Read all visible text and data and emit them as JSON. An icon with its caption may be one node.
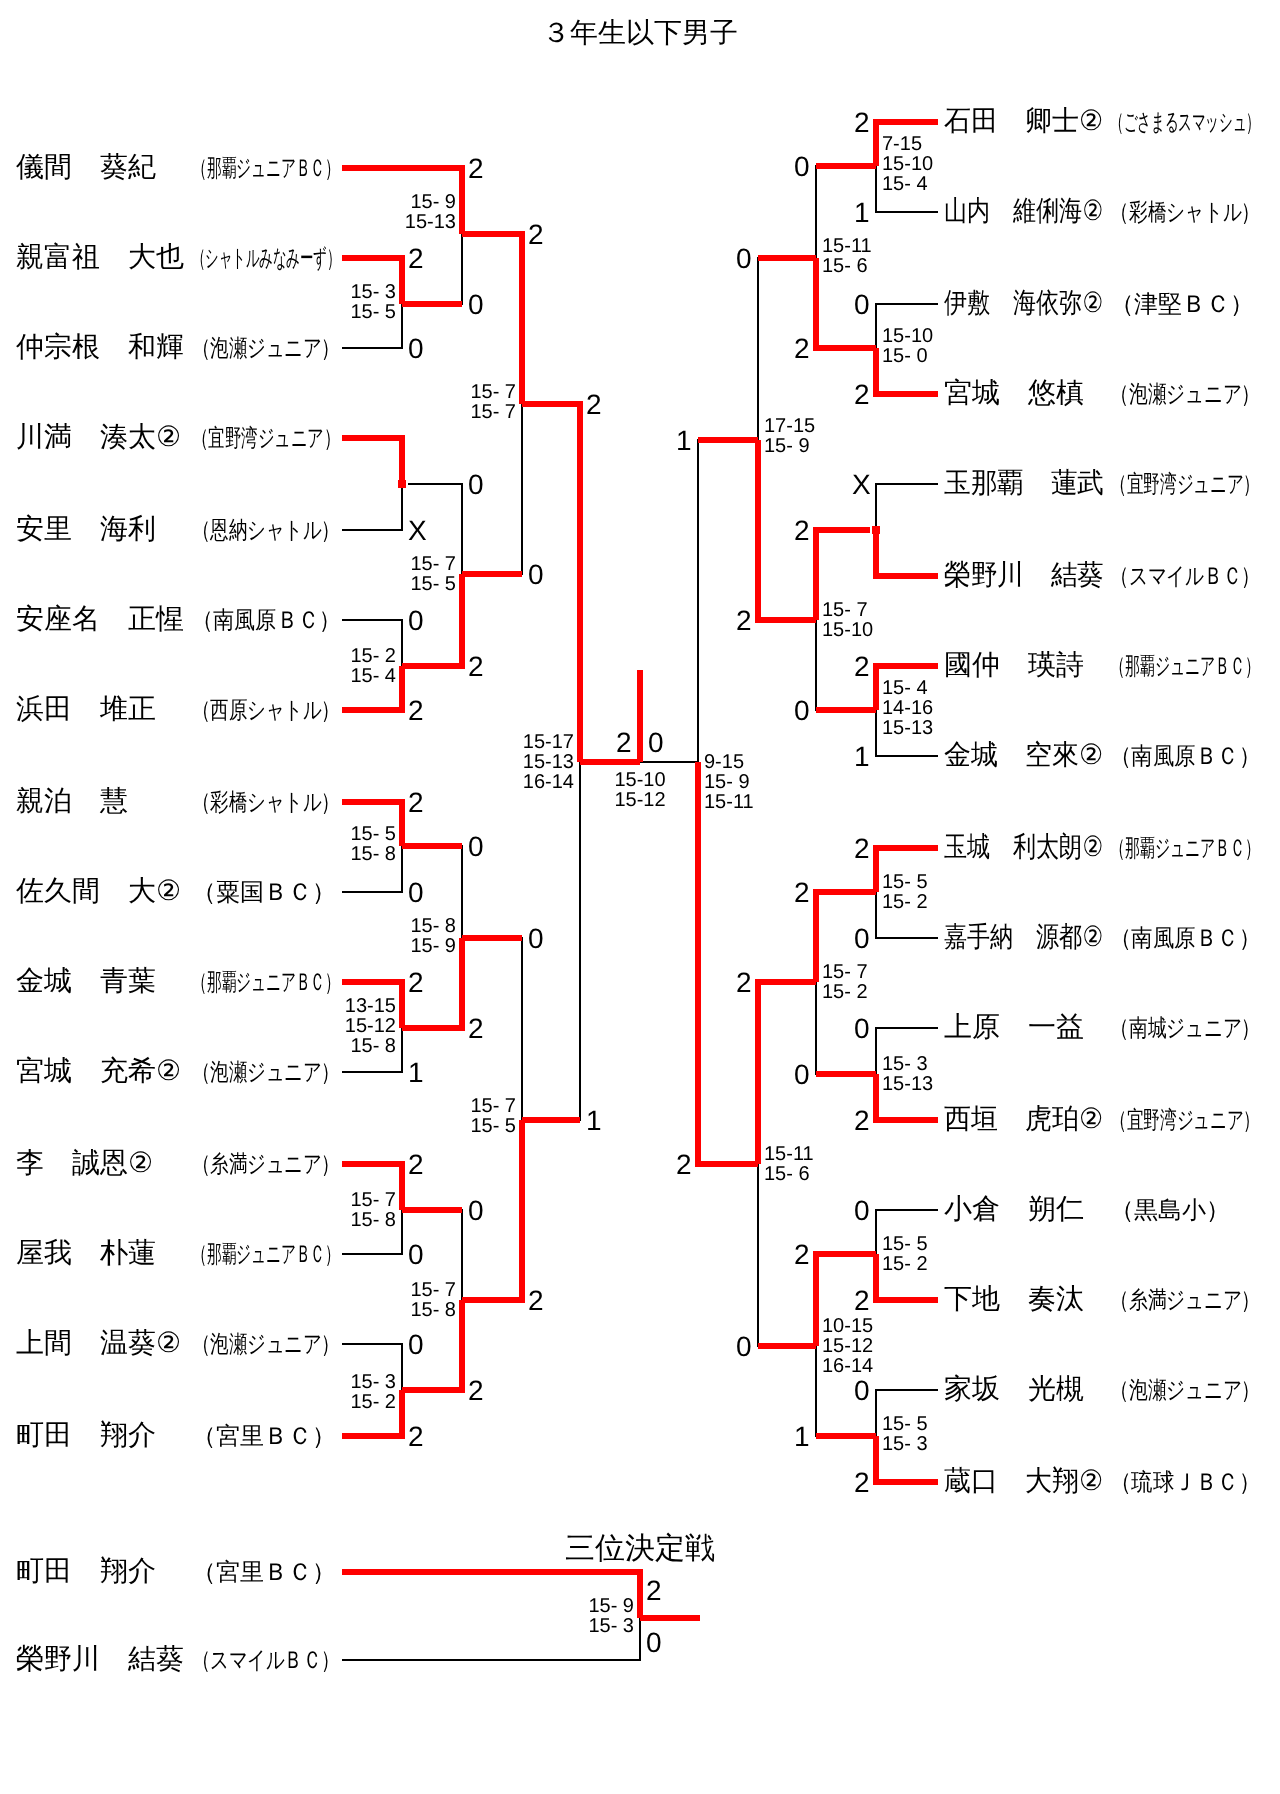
{
  "diagram": {
    "title": "３年生以下男子",
    "nodes": [
      {
        "text": [
          "儀間　葵紀",
          "（那覇ジュニアＢＣ）"
        ]
      },
      {
        "text": [
          "親富祖　大也",
          "（シャトルみなみーず）"
        ]
      },
      {
        "text": [
          "仲宗根　和輝",
          "（泡瀬ジュニア）"
        ]
      },
      {
        "text": [
          "川満　湊太②",
          "（宜野湾ジュニア）"
        ]
      },
      {
        "text": [
          "安里　海利",
          "（恩納シャトル）"
        ]
      },
      {
        "text": [
          "安座名　正惺",
          "（南風原ＢＣ）"
        ]
      },
      {
        "text": [
          "浜田　堆正",
          "（西原シャトル）"
        ]
      },
      {
        "text": [
          "親泊　慧",
          "（彩橋シャトル）"
        ]
      },
      {
        "text": [
          "佐久間　大②",
          "（粟国ＢＣ）"
        ]
      },
      {
        "text": [
          "金城　青葉",
          "（那覇ジュニアＢＣ）"
        ]
      },
      {
        "text": [
          "宮城　充希②",
          "（泡瀬ジュニア）"
        ]
      },
      {
        "text": [
          "李　誠恩②",
          "（糸満ジュニア）"
        ]
      },
      {
        "text": [
          "屋我　朴蓮",
          "（那覇ジュニアＢＣ）"
        ]
      },
      {
        "text": [
          "上間　温葵②",
          "（泡瀬ジュニア）"
        ]
      },
      {
        "text": [
          "町田　翔介",
          "（宮里ＢＣ）"
        ]
      },
      {
        "text": [
          "石田　卿士②",
          "（ごさまるスマッシュ）"
        ]
      },
      {
        "text": [
          "山内　維俐海②",
          "（彩橋シャトル）"
        ]
      },
      {
        "text": [
          "伊敷　海依弥②",
          "（津堅ＢＣ）"
        ]
      },
      {
        "text": [
          "宮城　悠槙",
          "（泡瀬ジュニア）"
        ]
      },
      {
        "text": [
          "玉那覇　蓮武",
          "（宜野湾ジュニア）"
        ]
      },
      {
        "text": [
          "榮野川　結葵",
          "（スマイルＢＣ）"
        ]
      },
      {
        "text": [
          "國仲　瑛詩",
          "（那覇ジュニアＢＣ）"
        ]
      },
      {
        "text": [
          "金城　空來②",
          "（南風原ＢＣ）"
        ]
      },
      {
        "text": [
          "玉城　利太朗②",
          "（那覇ジュニアＢＣ）"
        ]
      },
      {
        "text": [
          "嘉手納　源都②",
          "（南風原ＢＣ）"
        ]
      },
      {
        "text": [
          "上原　一益",
          "（南城ジュニア）"
        ]
      },
      {
        "text": [
          "西垣　虎珀②",
          "（宜野湾ジュニア）"
        ]
      },
      {
        "text": [
          "小倉　朔仁",
          "（黒島小）"
        ]
      },
      {
        "text": [
          "下地　奏汰",
          "（糸満ジュニア）"
        ]
      },
      {
        "text": [
          "家坂　光槻",
          "（泡瀬ジュニア）"
        ]
      },
      {
        "text": [
          "蔵口　大翔②",
          "（琉球ＪＢＣ）"
        ]
      },
      {
        "text": [
          "町田　翔介",
          "（宮里ＢＣ）"
        ]
      },
      {
        "text": [
          "榮野川　結葵",
          "（スマイルＢＣ）"
        ]
      },
      {
        "text": [
          "15- 3",
          "15- 5"
        ]
      },
      {
        "text": [
          "15- 9",
          "15-13"
        ]
      },
      {
        "text": [],
        "shape": "point"
      },
      {
        "text": [
          "15- 2",
          "15- 4"
        ]
      },
      {
        "text": [
          "15- 7",
          "15- 5"
        ]
      },
      {
        "text": [
          "15- 7",
          "15- 7"
        ]
      },
      {
        "text": [
          "15- 5",
          "15- 8"
        ]
      },
      {
        "text": [
          "13-15",
          "15-12",
          "15- 8"
        ]
      },
      {
        "text": [
          "15- 8",
          "15- 9"
        ]
      },
      {
        "text": [
          "15- 7",
          "15- 8"
        ]
      },
      {
        "text": [
          "15- 3",
          "15- 2"
        ]
      },
      {
        "text": [
          "15- 7",
          "15- 8"
        ]
      },
      {
        "text": [
          "15- 7",
          "15- 5"
        ]
      },
      {
        "text": [
          "15-17",
          "15-13",
          "16-14"
        ]
      },
      {
        "text": [
          "15-10",
          "15-12"
        ]
      },
      {
        "text": [
          "7-15",
          "15-10",
          "15- 4"
        ]
      },
      {
        "text": [
          "15-10",
          "15- 0"
        ]
      },
      {
        "text": [
          "15-11",
          "15- 6"
        ]
      },
      {
        "text": [],
        "shape": "point"
      },
      {
        "text": [
          "15- 4",
          "14-16",
          "15-13"
        ]
      },
      {
        "text": [
          "15- 7",
          "15-10"
        ]
      },
      {
        "text": [
          "17-15",
          "15- 9"
        ]
      },
      {
        "text": [
          "15- 5",
          "15- 2"
        ]
      },
      {
        "text": [
          "15- 3",
          "15-13"
        ]
      },
      {
        "text": [
          "15- 7",
          "15- 2"
        ]
      },
      {
        "text": [
          "15- 5",
          "15- 2"
        ]
      },
      {
        "text": [
          "15- 5",
          "15- 3"
        ]
      },
      {
        "text": [
          "10-15",
          "15-12",
          "16-14"
        ]
      },
      {
        "text": [
          "15-11",
          "15- 6"
        ]
      },
      {
        "text": [
          "9-15",
          "15- 9",
          "15-11"
        ]
      },
      {
        "text": [
          "15- 9",
          "15- 3"
        ]
      }
    ],
    "edges": [
      {
        "from": 1,
        "to": 33,
        "arrow": "none",
        "label": "2"
      },
      {
        "from": 2,
        "to": 33,
        "arrow": "none",
        "label": "0",
        "color": "#000000"
      },
      {
        "from": 0,
        "to": 34,
        "arrow": "none",
        "label": "2"
      },
      {
        "from": 33,
        "to": 34,
        "arrow": "none",
        "label": "0",
        "color": "#000000"
      },
      {
        "from": 3,
        "to": 35,
        "arrow": "none"
      },
      {
        "from": 4,
        "to": 35,
        "arrow": "none",
        "label": "X",
        "color": "#000000"
      },
      {
        "from": 5,
        "to": 36,
        "arrow": "none",
        "label": "0",
        "color": "#000000"
      },
      {
        "from": 6,
        "to": 36,
        "arrow": "none",
        "label": "2"
      },
      {
        "from": 35,
        "to": 37,
        "arrow": "none",
        "label": "0",
        "color": "#000000"
      },
      {
        "from": 36,
        "to": 37,
        "arrow": "none",
        "label": "2"
      },
      {
        "from": 34,
        "to": 38,
        "arrow": "none",
        "label": "2"
      },
      {
        "from": 37,
        "to": 38,
        "arrow": "none",
        "label": "0",
        "color": "#000000"
      },
      {
        "from": 7,
        "to": 39,
        "arrow": "none",
        "label": "2"
      },
      {
        "from": 8,
        "to": 39,
        "arrow": "none",
        "label": "0",
        "color": "#000000"
      },
      {
        "from": 9,
        "to": 40,
        "arrow": "none",
        "label": "2"
      },
      {
        "from": 10,
        "to": 40,
        "arrow": "none",
        "label": "1",
        "color": "#000000"
      },
      {
        "from": 39,
        "to": 41,
        "arrow": "none",
        "label": "0",
        "color": "#000000"
      },
      {
        "from": 40,
        "to": 41,
        "arrow": "none",
        "label": "2"
      },
      {
        "from": 11,
        "to": 42,
        "arrow": "none",
        "label": "2"
      },
      {
        "from": 12,
        "to": 42,
        "arrow": "none",
        "label": "0",
        "color": "#000000"
      },
      {
        "from": 13,
        "to": 43,
        "arrow": "none",
        "label": "0",
        "color": "#000000"
      },
      {
        "from": 14,
        "to": 43,
        "arrow": "none",
        "label": "2"
      },
      {
        "from": 42,
        "to": 44,
        "arrow": "none",
        "label": "0",
        "color": "#000000"
      },
      {
        "from": 43,
        "to": 44,
        "arrow": "none",
        "label": "2"
      },
      {
        "from": 41,
        "to": 45,
        "arrow": "none",
        "label": "0",
        "color": "#000000"
      },
      {
        "from": 44,
        "to": 45,
        "arrow": "none",
        "label": "2"
      },
      {
        "from": 38,
        "to": 46,
        "arrow": "none",
        "label": "2"
      },
      {
        "from": 45,
        "to": 46,
        "arrow": "none",
        "label": "1",
        "color": "#000000"
      },
      {
        "from": 46,
        "to": 47,
        "arrow": "none",
        "label": "2"
      },
      {
        "from": 62,
        "to": 47,
        "arrow": "none",
        "label": "0",
        "color": "#000000"
      },
      {
        "from": 47,
        "to": null,
        "arrow": "none"
      },
      {
        "from": 15,
        "to": 48,
        "arrow": "none",
        "label": "2"
      },
      {
        "from": 16,
        "to": 48,
        "arrow": "none",
        "label": "1",
        "color": "#000000"
      },
      {
        "from": 17,
        "to": 49,
        "arrow": "none",
        "label": "0",
        "color": "#000000"
      },
      {
        "from": 18,
        "to": 49,
        "arrow": "none",
        "label": "2"
      },
      {
        "from": 48,
        "to": 50,
        "arrow": "none",
        "label": "0",
        "color": "#000000"
      },
      {
        "from": 49,
        "to": 50,
        "arrow": "none",
        "label": "2"
      },
      {
        "from": 19,
        "to": 51,
        "arrow": "none",
        "label": "X",
        "color": "#000000"
      },
      {
        "from": 20,
        "to": 51,
        "arrow": "none"
      },
      {
        "from": 21,
        "to": 52,
        "arrow": "none",
        "label": "2"
      },
      {
        "from": 22,
        "to": 52,
        "arrow": "none",
        "label": "1",
        "color": "#000000"
      },
      {
        "from": 51,
        "to": 53,
        "arrow": "none",
        "label": "2"
      },
      {
        "from": 52,
        "to": 53,
        "arrow": "none",
        "label": "0",
        "color": "#000000"
      },
      {
        "from": 50,
        "to": 54,
        "arrow": "none",
        "label": "0",
        "color": "#000000"
      },
      {
        "from": 53,
        "to": 54,
        "arrow": "none",
        "label": "2"
      },
      {
        "from": 23,
        "to": 55,
        "arrow": "none",
        "label": "2"
      },
      {
        "from": 24,
        "to": 55,
        "arrow": "none",
        "label": "0",
        "color": "#000000"
      },
      {
        "from": 25,
        "to": 56,
        "arrow": "none",
        "label": "0",
        "color": "#000000"
      },
      {
        "from": 26,
        "to": 56,
        "arrow": "none",
        "label": "2"
      },
      {
        "from": 55,
        "to": 57,
        "arrow": "none",
        "label": "2"
      },
      {
        "from": 56,
        "to": 57,
        "arrow": "none",
        "label": "0",
        "color": "#000000"
      },
      {
        "from": 27,
        "to": 58,
        "arrow": "none",
        "label": "0",
        "color": "#000000"
      },
      {
        "from": 28,
        "to": 58,
        "arrow": "none",
        "label": "2"
      },
      {
        "from": 29,
        "to": 59,
        "arrow": "none",
        "label": "0",
        "color": "#000000"
      },
      {
        "from": 30,
        "to": 59,
        "arrow": "none",
        "label": "2"
      },
      {
        "from": 58,
        "to": 60,
        "arrow": "none",
        "label": "2"
      },
      {
        "from": 59,
        "to": 60,
        "arrow": "none",
        "label": "1",
        "color": "#000000"
      },
      {
        "from": 57,
        "to": 61,
        "arrow": "none",
        "label": "2"
      },
      {
        "from": 60,
        "to": 61,
        "arrow": "none",
        "label": "0",
        "color": "#000000"
      },
      {
        "from": 54,
        "to": 62,
        "arrow": "none",
        "label": "1",
        "color": "#000000"
      },
      {
        "from": 61,
        "to": 62,
        "arrow": "none",
        "label": "2"
      },
      {
        "from": 31,
        "to": 63,
        "arrow": "none",
        "label": "2"
      },
      {
        "from": 32,
        "to": 63,
        "arrow": "none",
        "label": "0",
        "color": "#000000"
      },
      {
        "from": 63,
        "to": null,
        "arrow": "none"
      }
    ],
    "labels": [
      "三位決定戦"
    ]
  }
}
